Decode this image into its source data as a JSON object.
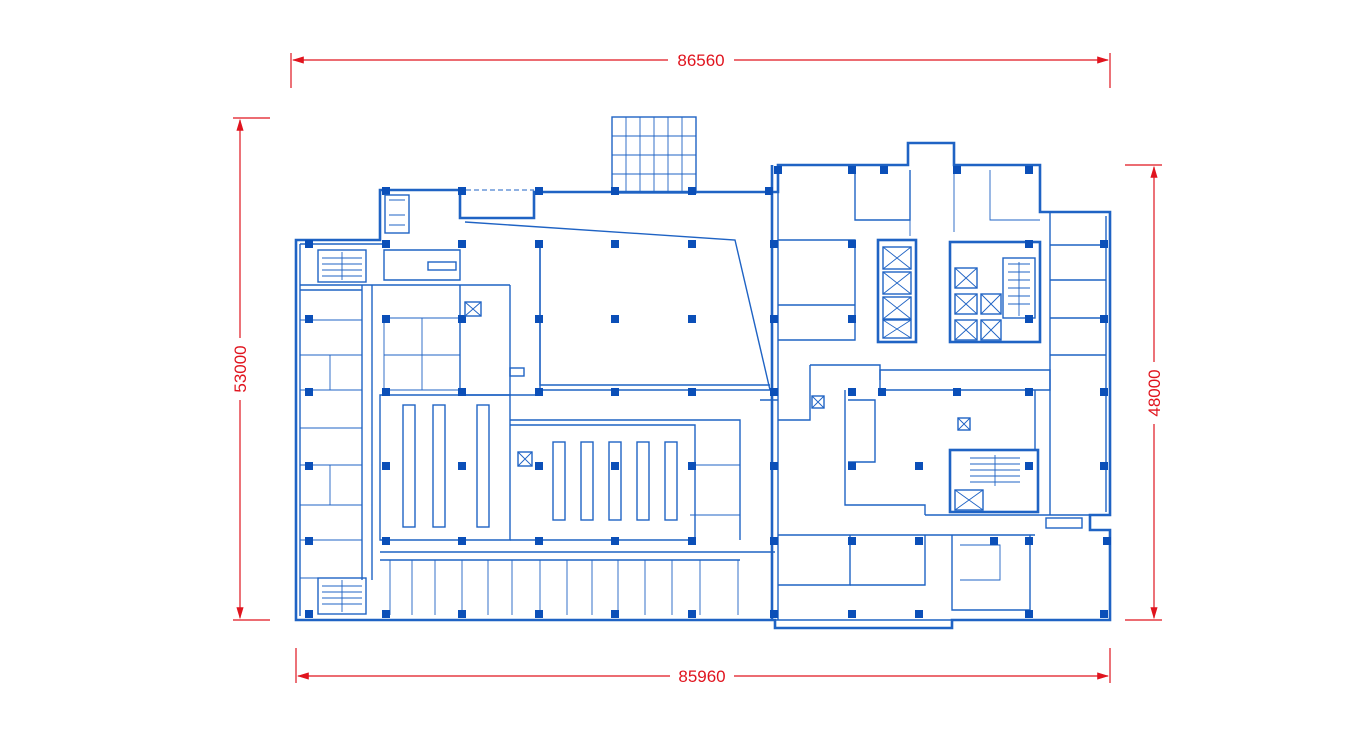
{
  "colors": {
    "dimension": "#e0141e",
    "plan": "#1f63c4",
    "column": "#0b4fb8"
  },
  "dimensions": {
    "top_width": "86560",
    "bottom_width": "85960",
    "left_height": "53000",
    "right_height": "48000"
  }
}
